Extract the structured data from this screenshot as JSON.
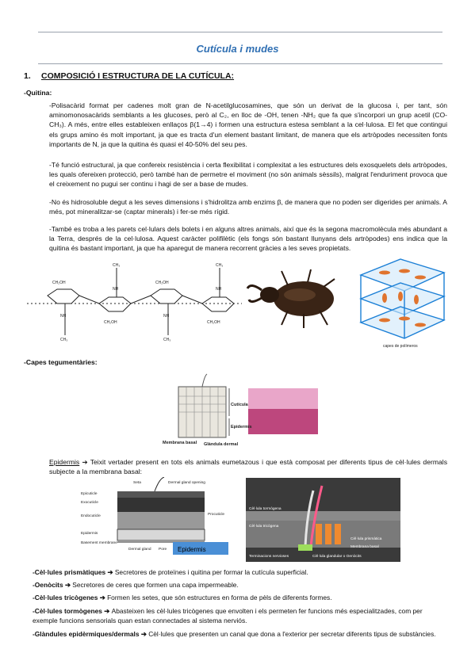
{
  "header": {
    "title": "Cutícula i mudes"
  },
  "section": {
    "number": "1.",
    "title": "COMPOSICIÓ I ESTRUCTURA DE LA CUTÍCULA:"
  },
  "quitina": {
    "heading": "-Quitina:",
    "paragraphs": [
      "-Polisacàrid format per cadenes molt gran de N-acetilglucosamines, que són un derivat de la glucosa i, per tant, són aminomonosacàrids semblants a les glucoses, però al C₂, en lloc de -OH, tenen -NH₂ que fa que s'incorpori un grup acetil (CO-CH₃). A més, entre elles estableixen enllaços β(1→4) i formen una estructura estesa semblant a la cel·lulosa. El fet que contingui els grups amino és molt important, ja que es tracta d'un element bastant limitant, de manera que els artròpodes necessiten fonts importants de N, ja que la quitina és quasi el 40-50% del seu pes.",
      "-Té funció estructural, ja que confereix resistència i certa flexibilitat i complexitat a les estructures dels exosquelets dels artròpodes, les quals ofereixen protecció, però també han de permetre el moviment (no són animals sèssils), malgrat l'enduriment provoca que el creixement no pugui ser continu i hagi de ser a base de mudes.",
      "-No és hidrosoluble degut a les seves dimensions i s'hidrolitza amb enzims β, de manera que no poden ser digerides per animals. A més, pot mineralitzar-se (captar minerals) i fer-se més rígid.",
      "-També es troba a les parets cel·lulars dels bolets i en alguns altres animals, així que és la segona macromolècula més abundant a la Terra, després de la cel·lulosa. Aquest caràcter polifilètic (els fongs són bastant llunyans dels artròpodes) ens indica que la quitina és bastant important, ja que ha aparegut de manera recorrent gràcies a les seves propietats."
    ],
    "figure_label": "capes de polímeros"
  },
  "capes": {
    "heading": "-Capes tegumentàries:",
    "figure_labels": [
      "Cutícula",
      "Epidermis",
      "Membrana basal",
      "Glàndula dermal"
    ]
  },
  "epidermis": {
    "term": "Epidermis",
    "text": "Teixit vertader present en tots els animals eumetazous i que està composat per diferents tipus de cèl·lules dermals subjecte a la membrana basal:",
    "figure_left_labels": [
      "Epicuticle",
      "Exocuticle",
      "Endocuticle",
      "Epidermis",
      "Basement membrane",
      "Seta",
      "Dermal gland opening",
      "Procuticle",
      "Dermal gland",
      "Pore",
      "Epidermis"
    ],
    "figure_right_labels": [
      "Cèl·lula tormògena",
      "Cèl·lula tricògena",
      "Cèl·lula prismàtica",
      "Membrana basal",
      "Terminacions nervioses",
      "Cèl·lula glandular o Oenòcits"
    ]
  },
  "cells": [
    {
      "term": "-Cèl·lules prismàtiques",
      "text": "Secretores de proteïnes i quitina per formar la cutícula superficial."
    },
    {
      "term": "-Oenòcits",
      "text": "Secretores de ceres que formen una capa impermeable."
    },
    {
      "term": "-Cèl·lules tricògenes",
      "text": "Formen les setes, que són estructures en forma de pèls de diferents formes."
    },
    {
      "term": "-Cèl·lules tormògenes",
      "text": "Abasteixen les cèl·lules tricògenes que envolten i els permeten fer funcions més especialitzades, com per exemple funcions sensorials quan estan connectades al sistema nerviós."
    },
    {
      "term": "-Glàndules epidèrmiques/dermals",
      "text": "Cèl·lules que presenten un canal que dona a l'exterior per secretar diferents tipus de substàncies."
    }
  ],
  "colors": {
    "title": "#2f6fb3",
    "epidermis_box": "#4a8fd6"
  }
}
